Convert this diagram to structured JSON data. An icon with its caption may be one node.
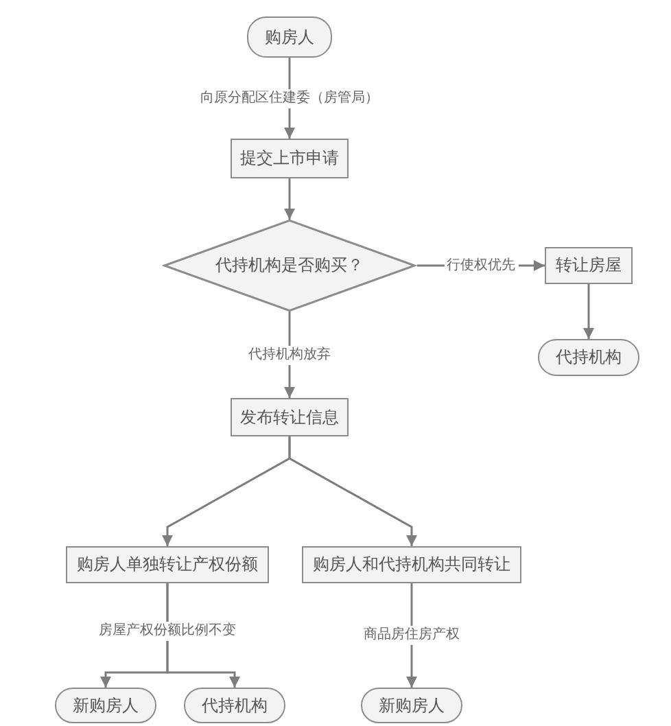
{
  "diagram": {
    "nodes": [
      {
        "text": [
          "购房人"
        ]
      },
      {
        "text": [
          "提交上市申请"
        ]
      },
      {
        "text": [
          "代持机构是否购买？"
        ]
      },
      {
        "text": [
          "转让房屋"
        ]
      },
      {
        "text": [
          "代持机构"
        ]
      },
      {
        "text": [
          "发布转让信息"
        ]
      },
      {
        "text": [
          "购房人单独转让产权份额"
        ]
      },
      {
        "text": [
          "购房人和代持机构共同转让"
        ]
      },
      {
        "text": [
          "新购房人"
        ]
      },
      {
        "text": [
          "代持机构"
        ]
      },
      {
        "text": [
          "新购房人"
        ]
      }
    ],
    "edges": [
      {
        "from": 0,
        "to": 1,
        "arrow": "to",
        "label": "向原分配区住建委（房管局）"
      },
      {
        "from": 1,
        "to": 2,
        "arrow": "to"
      },
      {
        "from": 2,
        "to": 3,
        "arrow": "to",
        "label": "行使权优先"
      },
      {
        "from": 3,
        "to": 4,
        "arrow": "to"
      },
      {
        "from": 2,
        "to": 5,
        "arrow": "to",
        "label": "代持机构放弃"
      },
      {
        "from": 5,
        "to": 6,
        "arrow": "to"
      },
      {
        "from": 5,
        "to": 7,
        "arrow": "to"
      },
      {
        "from": 6,
        "to": 8,
        "arrow": "to",
        "label": "房屋产权份额比例不变"
      },
      {
        "from": 6,
        "to": 9,
        "arrow": "to"
      },
      {
        "from": 7,
        "to": 10,
        "arrow": "to",
        "label": "商品房住房产权"
      }
    ]
  }
}
